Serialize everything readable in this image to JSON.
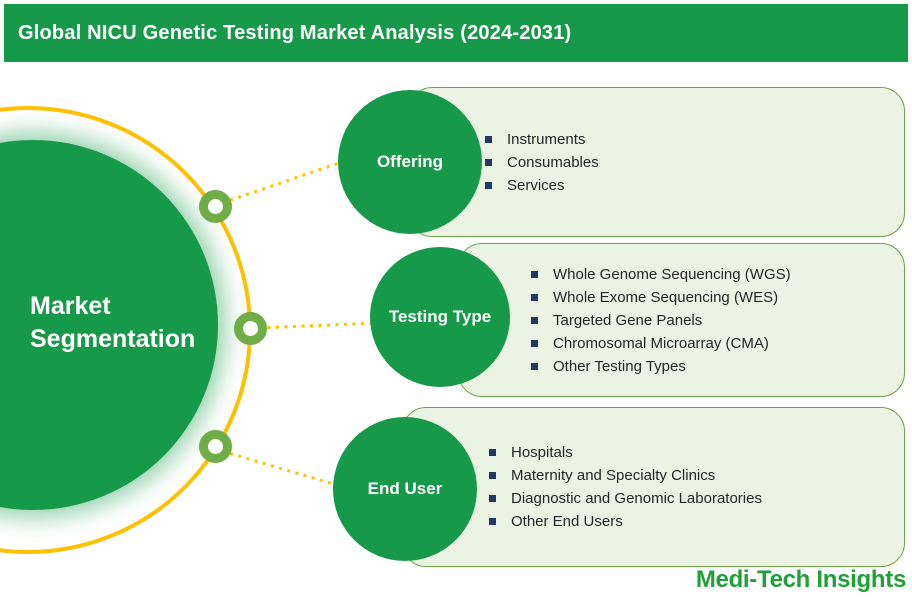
{
  "header": {
    "title": "Global NICU Genetic Testing Market Analysis (2024-2031)"
  },
  "hub": {
    "label": "Market Segmentation"
  },
  "segments": [
    {
      "label": "Offering",
      "items": [
        "Instruments",
        "Consumables",
        "Services"
      ]
    },
    {
      "label": "Testing Type",
      "items": [
        "Whole Genome Sequencing (WGS)",
        "Whole Exome Sequencing (WES)",
        "Targeted Gene Panels",
        "Chromosomal Microarray (CMA)",
        "Other Testing Types"
      ]
    },
    {
      "label": "End User",
      "items": [
        "Hospitals",
        "Maternity and Specialty Clinics",
        "Diagnostic and Genomic Laboratories",
        "Other End Users"
      ]
    }
  ],
  "branding": {
    "logo": "Medi-Tech Insights"
  },
  "colors": {
    "brand_green": "#17994A",
    "node_ring_green": "#70AD47",
    "orbit_gold": "#FFC000",
    "box_fill": "#EBF3E2",
    "box_border": "#6BA547",
    "bullet_navy": "#1F3864",
    "item_text": "#262626",
    "logo_green": "#21A038",
    "title_text": "#FFFFFF"
  }
}
